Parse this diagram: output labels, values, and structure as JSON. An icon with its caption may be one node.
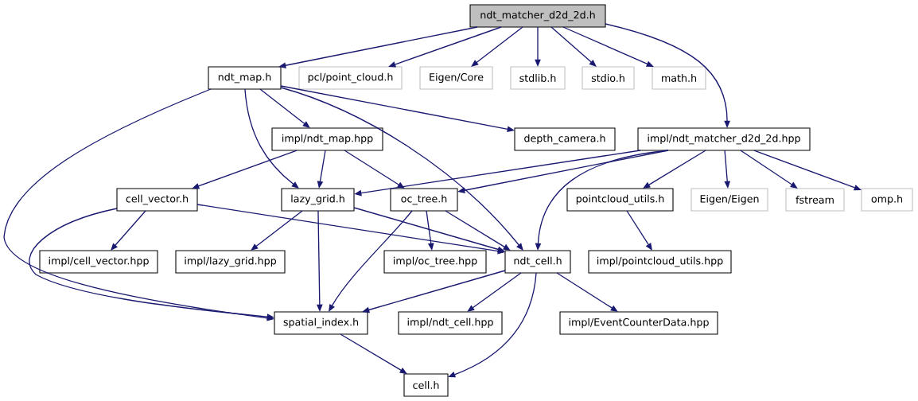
{
  "diagram": {
    "nodes": [
      {
        "text": [
          "ndt_matcher_d2d_2d.h"
        ]
      },
      {
        "text": [
          "ndt_map.h"
        ]
      },
      {
        "text": [
          "pcl/point_cloud.h"
        ]
      },
      {
        "text": [
          "Eigen/Core"
        ]
      },
      {
        "text": [
          "stdlib.h"
        ]
      },
      {
        "text": [
          "stdio.h"
        ]
      },
      {
        "text": [
          "math.h"
        ]
      },
      {
        "text": [
          "impl/ndt_map.hpp"
        ]
      },
      {
        "text": [
          "depth_camera.h"
        ]
      },
      {
        "text": [
          "impl/ndt_matcher_d2d_2d.hpp"
        ]
      },
      {
        "text": [
          "cell_vector.h"
        ]
      },
      {
        "text": [
          "lazy_grid.h"
        ]
      },
      {
        "text": [
          "oc_tree.h"
        ]
      },
      {
        "text": [
          "pointcloud_utils.h"
        ]
      },
      {
        "text": [
          "Eigen/Eigen"
        ]
      },
      {
        "text": [
          "fstream"
        ]
      },
      {
        "text": [
          "omp.h"
        ]
      },
      {
        "text": [
          "impl/cell_vector.hpp"
        ]
      },
      {
        "text": [
          "impl/lazy_grid.hpp"
        ]
      },
      {
        "text": [
          "impl/oc_tree.hpp"
        ]
      },
      {
        "text": [
          "ndt_cell.h"
        ]
      },
      {
        "text": [
          "impl/pointcloud_utils.hpp"
        ]
      },
      {
        "text": [
          "spatial_index.h"
        ]
      },
      {
        "text": [
          "impl/ndt_cell.hpp"
        ]
      },
      {
        "text": [
          "impl/EventCounterData.hpp"
        ]
      },
      {
        "text": [
          "cell.h"
        ]
      }
    ],
    "edges": [
      {
        "from": 0,
        "to": 1,
        "arrow": "to"
      },
      {
        "from": 0,
        "to": 2,
        "arrow": "to"
      },
      {
        "from": 0,
        "to": 3,
        "arrow": "to"
      },
      {
        "from": 0,
        "to": 4,
        "arrow": "to"
      },
      {
        "from": 0,
        "to": 5,
        "arrow": "to"
      },
      {
        "from": 0,
        "to": 6,
        "arrow": "to"
      },
      {
        "from": 0,
        "to": 9,
        "arrow": "to"
      },
      {
        "from": 1,
        "to": 7,
        "arrow": "to"
      },
      {
        "from": 1,
        "to": 11,
        "arrow": "to"
      },
      {
        "from": 1,
        "to": 20,
        "arrow": "to"
      },
      {
        "from": 1,
        "to": 8,
        "arrow": "to"
      },
      {
        "from": 1,
        "to": 22,
        "arrow": "to"
      },
      {
        "from": 7,
        "to": 10,
        "arrow": "to"
      },
      {
        "from": 7,
        "to": 11,
        "arrow": "to"
      },
      {
        "from": 7,
        "to": 12,
        "arrow": "to"
      },
      {
        "from": 9,
        "to": 11,
        "arrow": "to"
      },
      {
        "from": 9,
        "to": 12,
        "arrow": "to"
      },
      {
        "from": 9,
        "to": 20,
        "arrow": "to"
      },
      {
        "from": 9,
        "to": 13,
        "arrow": "to"
      },
      {
        "from": 9,
        "to": 14,
        "arrow": "to"
      },
      {
        "from": 9,
        "to": 15,
        "arrow": "to"
      },
      {
        "from": 9,
        "to": 16,
        "arrow": "to"
      },
      {
        "from": 10,
        "to": 17,
        "arrow": "to"
      },
      {
        "from": 10,
        "to": 22,
        "arrow": "to"
      },
      {
        "from": 10,
        "to": 20,
        "arrow": "to"
      },
      {
        "from": 11,
        "to": 18,
        "arrow": "to"
      },
      {
        "from": 11,
        "to": 22,
        "arrow": "to"
      },
      {
        "from": 11,
        "to": 20,
        "arrow": "to"
      },
      {
        "from": 12,
        "to": 19,
        "arrow": "to"
      },
      {
        "from": 12,
        "to": 22,
        "arrow": "to"
      },
      {
        "from": 12,
        "to": 20,
        "arrow": "to"
      },
      {
        "from": 13,
        "to": 21,
        "arrow": "to"
      },
      {
        "from": 20,
        "to": 22,
        "arrow": "to"
      },
      {
        "from": 20,
        "to": 23,
        "arrow": "to"
      },
      {
        "from": 20,
        "to": 24,
        "arrow": "to"
      },
      {
        "from": 20,
        "to": 25,
        "arrow": "to"
      },
      {
        "from": 22,
        "to": 25,
        "arrow": "to"
      }
    ]
  }
}
